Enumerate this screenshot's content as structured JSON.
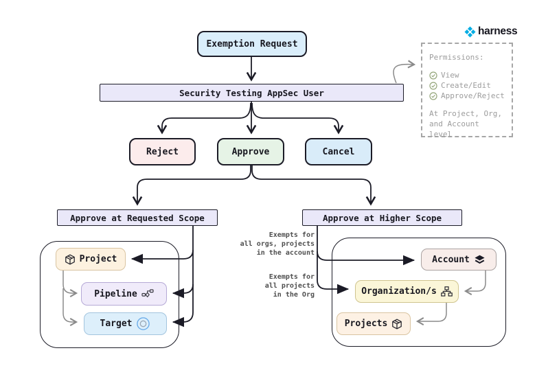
{
  "logo": {
    "text": "harness",
    "brand_color": "#00ade4"
  },
  "nodes": {
    "exemption": {
      "label": "Exemption Request"
    },
    "appsec_bar": {
      "label": "Security Testing AppSec User"
    },
    "reject": {
      "label": "Reject"
    },
    "approve": {
      "label": "Approve"
    },
    "cancel": {
      "label": "Cancel"
    },
    "requested_scope": {
      "label": "Approve at Requested Scope"
    },
    "higher_scope": {
      "label": "Approve at Higher Scope"
    },
    "project": {
      "label": "Project"
    },
    "pipeline": {
      "label": "Pipeline"
    },
    "target": {
      "label": "Target"
    },
    "account": {
      "label": "Account"
    },
    "organization": {
      "label": "Organization/s"
    },
    "projects": {
      "label": "Projects"
    }
  },
  "permissions": {
    "title": "Permissions:",
    "items": [
      "View",
      "Create/Edit",
      "Approve/Reject"
    ],
    "footer_line1": "At Project, Org,",
    "footer_line2": "and Account level"
  },
  "annotations": {
    "account_scope": [
      "Exempts for",
      "all orgs, projects",
      "in the account"
    ],
    "org_scope": [
      "Exempts for",
      "all projects",
      "in the Org"
    ]
  },
  "colors": {
    "line_dark": "#1b1b26",
    "line_gray": "#8a8a8a",
    "node_blue": "#daeefb",
    "node_lavender": "#eae8f9",
    "node_red": "#fcecec",
    "node_green": "#e6f3e6",
    "node_cream": "#fdf2e0",
    "node_purple": "#f0ebfa",
    "node_lightblue": "#ddeffb",
    "node_pink": "#f8edea",
    "node_yellow": "#fbf6d8",
    "check_green": "#93a579"
  }
}
